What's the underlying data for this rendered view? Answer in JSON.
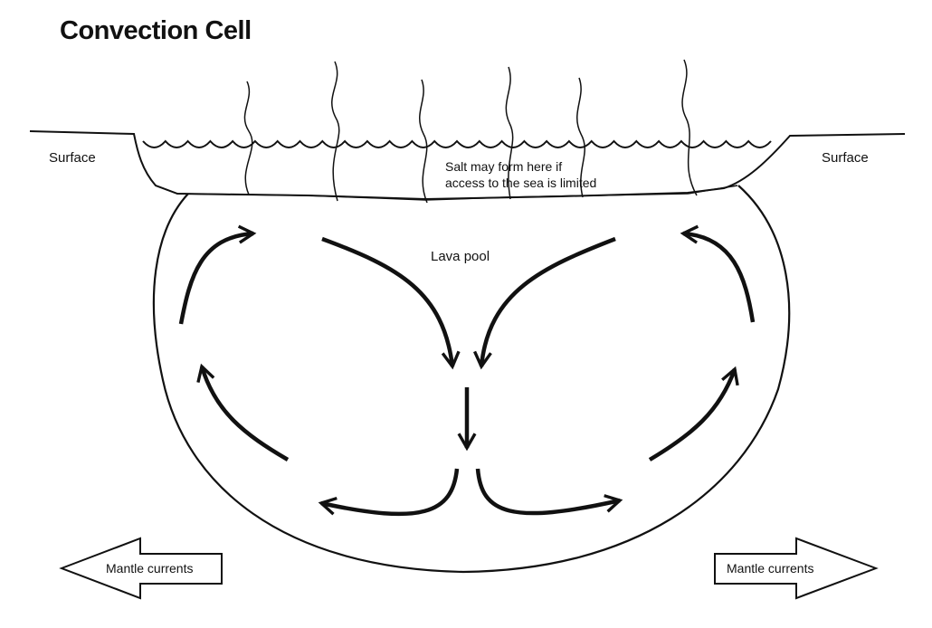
{
  "title": "Convection Cell",
  "labels": {
    "surface_left": "Surface",
    "surface_right": "Surface",
    "salt_note_line1": "Salt may form here if",
    "salt_note_line2": "access to the sea is limited",
    "lava_pool": "Lava pool",
    "mantle_left": "Mantle currents",
    "mantle_right": "Mantle currents"
  },
  "colors": {
    "ink": "#111111",
    "background": "#ffffff"
  }
}
